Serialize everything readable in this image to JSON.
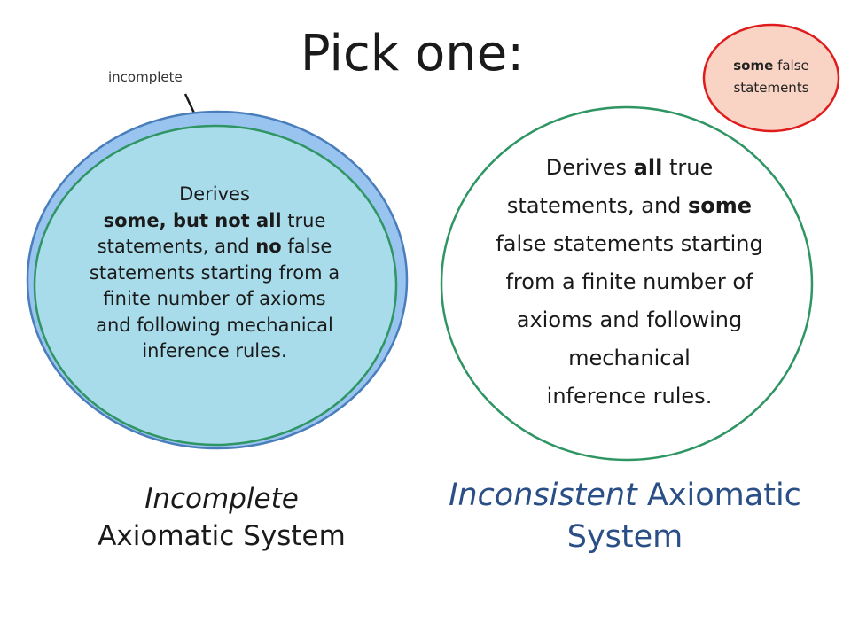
{
  "title": "Pick one:",
  "annotation": {
    "label": "incomplete"
  },
  "left_circle": {
    "line1": "Derives",
    "line2_bold": "some, but not all",
    "line2_rest": " true",
    "line3_pre": "statements, and ",
    "line3_bold": "no",
    "line3_post": " false",
    "line4": "statements starting from a",
    "line5": "finite number of axioms",
    "line6": "and following mechanical",
    "line7": "inference rules."
  },
  "right_circle": {
    "line1_pre": "Derives ",
    "line1_bold": "all",
    "line1_post": " true",
    "line2_pre": "statements, and ",
    "line2_bold": "some",
    "line3": "false statements starting",
    "line4": "from a finite number of",
    "line5": "axioms and following",
    "line6": "mechanical",
    "line7": "inference rules."
  },
  "red_circle": {
    "bold": "some",
    "rest": " false",
    "line2": "statements"
  },
  "caption_left": {
    "italic": "Incomplete",
    "line2": "Axiomatic System"
  },
  "caption_right": {
    "italic": "Inconsistent",
    "rest": " Axiomatic",
    "line2": "System"
  },
  "colors": {
    "outer_blue_fill": "#99c4ef",
    "outer_blue_stroke": "#4a7ebb",
    "inner_fill": "#a9dcea",
    "green_stroke": "#2e9563",
    "red_fill": "#f9d3c4",
    "red_stroke": "#e01b1b",
    "caption_blue": "#2a4f86"
  }
}
